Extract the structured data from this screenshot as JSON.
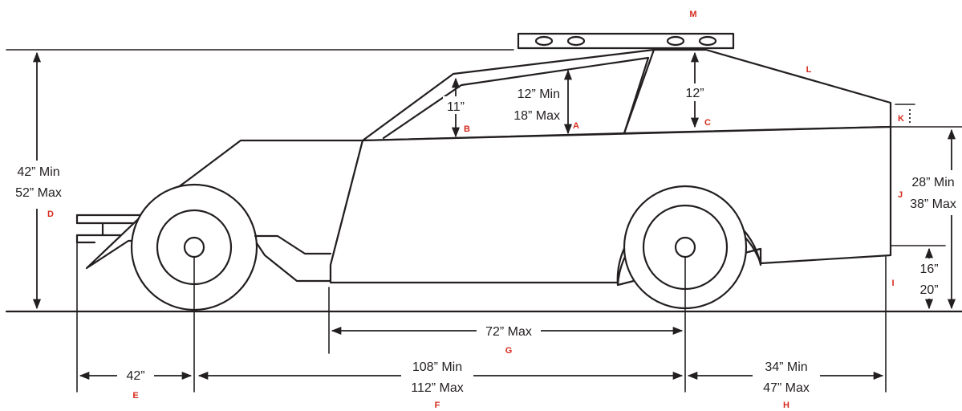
{
  "colors": {
    "line": "#231f20",
    "letter": "#d52b1e",
    "background": "#ffffff"
  },
  "labels": {
    "M": {
      "letter": "M"
    },
    "A": {
      "letter": "A",
      "line1": "12” Min",
      "line2": "18” Max"
    },
    "B": {
      "letter": "B",
      "line1": "11”"
    },
    "C": {
      "letter": "C",
      "line1": "12”"
    },
    "L": {
      "letter": "L"
    },
    "K": {
      "letter": "K"
    },
    "D": {
      "letter": "D",
      "line1": "42” Min",
      "line2": "52” Max"
    },
    "J": {
      "letter": "J",
      "line1": "28” Min",
      "line2": "38” Max"
    },
    "I": {
      "letter": "I",
      "line1": "16”",
      "line2": "20”"
    },
    "G": {
      "letter": "G",
      "line1": "72” Max"
    },
    "E": {
      "letter": "E",
      "line1": "42”"
    },
    "F": {
      "letter": "F",
      "line1": "108” Min",
      "line2": "112” Max"
    },
    "H": {
      "letter": "H",
      "line1": "34” Min",
      "line2": "47” Max"
    }
  }
}
